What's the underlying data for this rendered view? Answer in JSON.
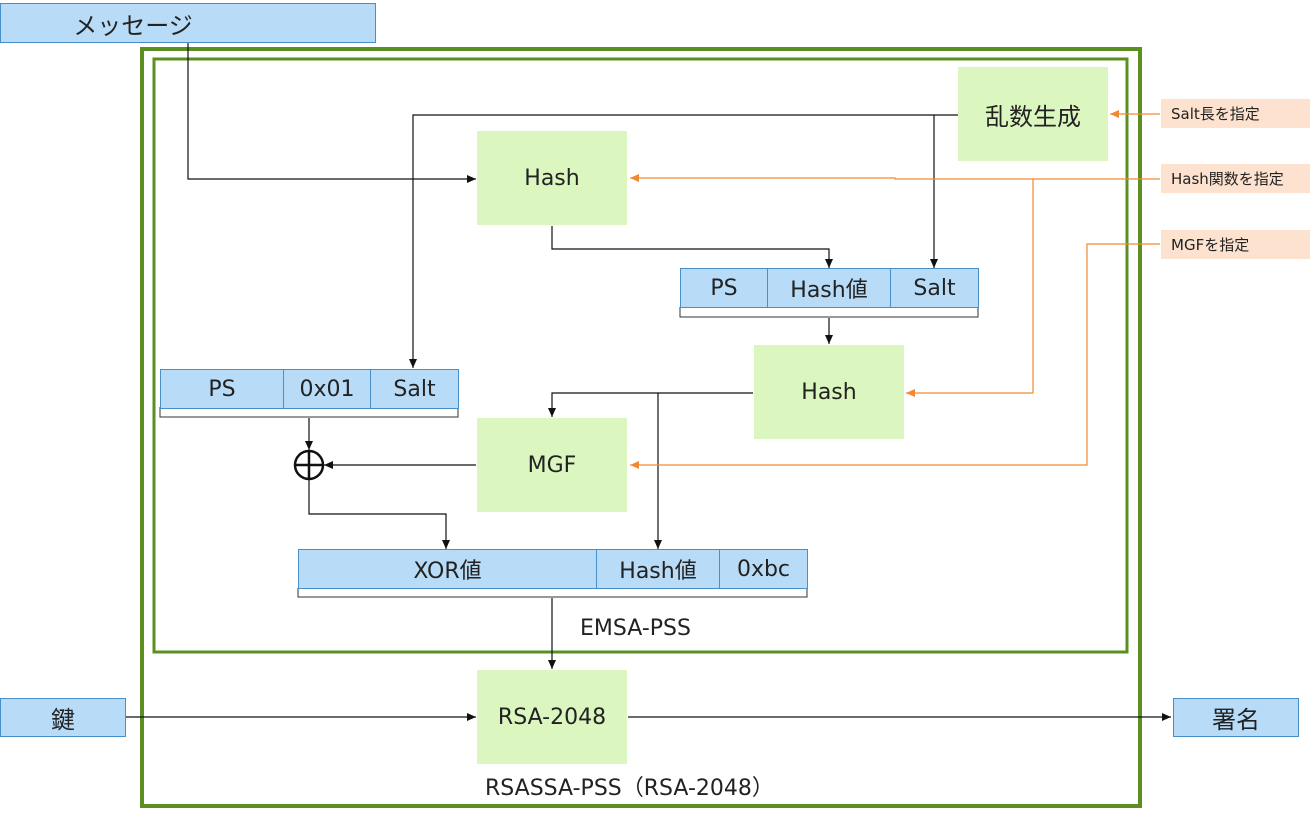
{
  "inputs": {
    "message": "メッセージ",
    "key": "鍵",
    "signature": "署名"
  },
  "processes": {
    "random": "乱数生成",
    "hash1": "Hash",
    "hash2": "Hash",
    "mgf": "MGF",
    "rsa": "RSA-2048"
  },
  "params": {
    "salt_len": "Salt長を指定",
    "hash_func": "Hash関数を指定",
    "mgf": "MGFを指定"
  },
  "m_prime": [
    "PS",
    "Hash値",
    "Salt"
  ],
  "db": [
    "PS",
    "0x01",
    "Salt"
  ],
  "em": [
    "XOR値",
    "Hash値",
    "0xbc"
  ],
  "labels": {
    "emsa": "EMSA-PSS",
    "rsassa": "RSASSA-PSS（RSA-2048）"
  },
  "colors": {
    "frame": "#5b8f22",
    "data_fill": "#b8dcf7",
    "process_fill": "#dcf6c0",
    "param_fill": "#fde2cf",
    "param_line": "#f08a30"
  }
}
